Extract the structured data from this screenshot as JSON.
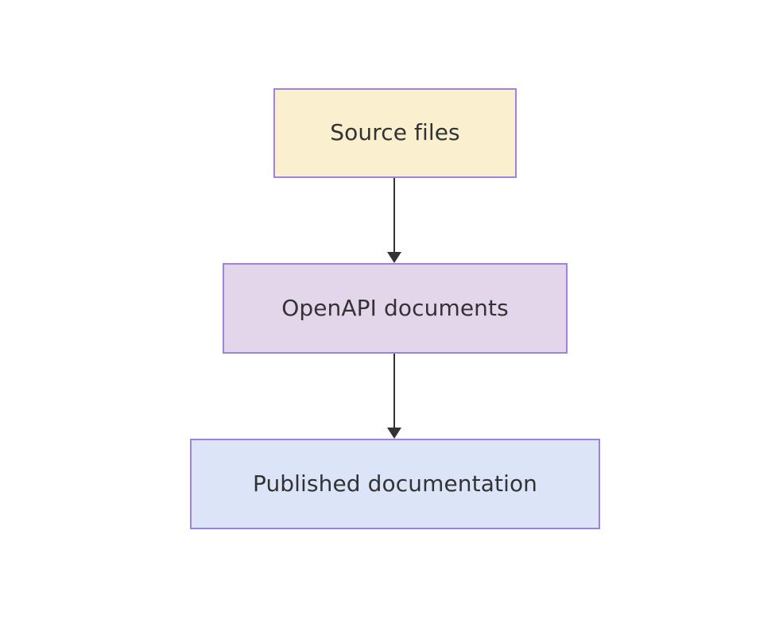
{
  "diagram": {
    "type": "flowchart",
    "direction": "top-to-bottom",
    "background_color": "#ffffff",
    "nodes": [
      {
        "id": "source-files",
        "label": "Source files",
        "fill_color": "#faefcf",
        "border_color": "#a080e0",
        "text_color": "#333333"
      },
      {
        "id": "openapi-documents",
        "label": "OpenAPI documents",
        "fill_color": "#e3d6eb",
        "border_color": "#a080e0",
        "text_color": "#333333"
      },
      {
        "id": "published-documentation",
        "label": "Published documentation",
        "fill_color": "#dce5f8",
        "border_color": "#a080e0",
        "text_color": "#333333"
      }
    ],
    "edges": [
      {
        "id": "edge-source-to-openapi",
        "from": "source-files",
        "to": "openapi-documents",
        "label": "",
        "arrowhead": "triangle-filled",
        "color": "#333333"
      },
      {
        "id": "edge-openapi-to-published",
        "from": "openapi-documents",
        "to": "published-documentation",
        "label": "",
        "arrowhead": "triangle-filled",
        "color": "#333333"
      }
    ]
  }
}
